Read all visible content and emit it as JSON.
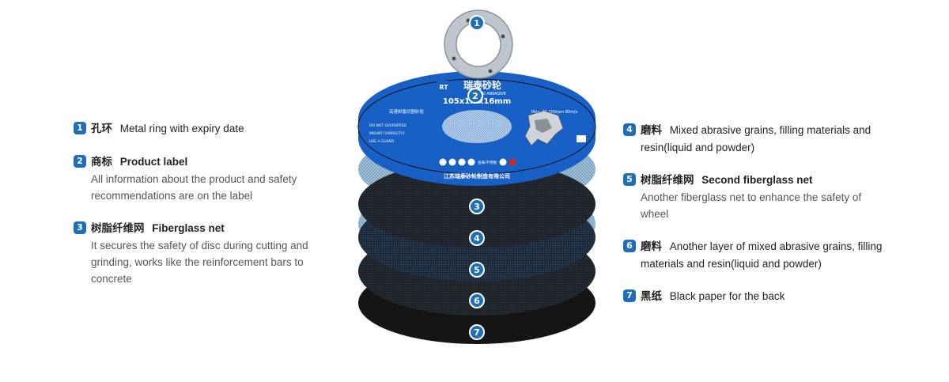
{
  "left_items": [
    {
      "num": "1",
      "zh": "孔环",
      "en": "Metal ring with expiry date",
      "desc": ""
    },
    {
      "num": "2",
      "zh": "商标",
      "en": "Product label",
      "desc": "All information about the product and safety recommendations are on the label"
    },
    {
      "num": "3",
      "zh": "树脂纤维网",
      "en": "Fiberglass net",
      "desc": "It secures the safety of disc during cutting and grinding, works like the reinforcement bars to concrete"
    }
  ],
  "right_items": [
    {
      "num": "4",
      "zh": "磨料",
      "en": "Mixed abrasive grains, filling materials and resin(liquid and powder)"
    },
    {
      "num": "5",
      "zh": "树脂纤维网",
      "en": "Second fiberglass net",
      "desc": "Another fiberglass net to enhance the safety of wheel"
    },
    {
      "num": "6",
      "zh": "磨料",
      "en": "Another layer of mixed abrasive grains, filling materials and resin(liquid and powder)"
    },
    {
      "num": "7",
      "zh": "黑纸",
      "en": "Black paper for the back"
    }
  ],
  "label": {
    "brand": "瑞泰砂轮",
    "brand_en": "RUI TAI ABRASIVE",
    "size": "105x1.2x16mm",
    "zh_line": "高速树脂切割砂轮",
    "speed": "Max. 15,200rpm 80m/s",
    "warn1": "DO NOT OVERSPEED",
    "warn2": "MOUNT CORRECTLY",
    "warn3": "USE A GUARD",
    "material": "金属/不锈钢",
    "maker": "江苏瑞泰砂轮制造有限公司",
    "logo": "RT"
  },
  "colors": {
    "accent": "#1f6fb8",
    "label_blue": "#1860c6",
    "dark": "#1a1a1a",
    "mesh": "#8db4cf"
  }
}
